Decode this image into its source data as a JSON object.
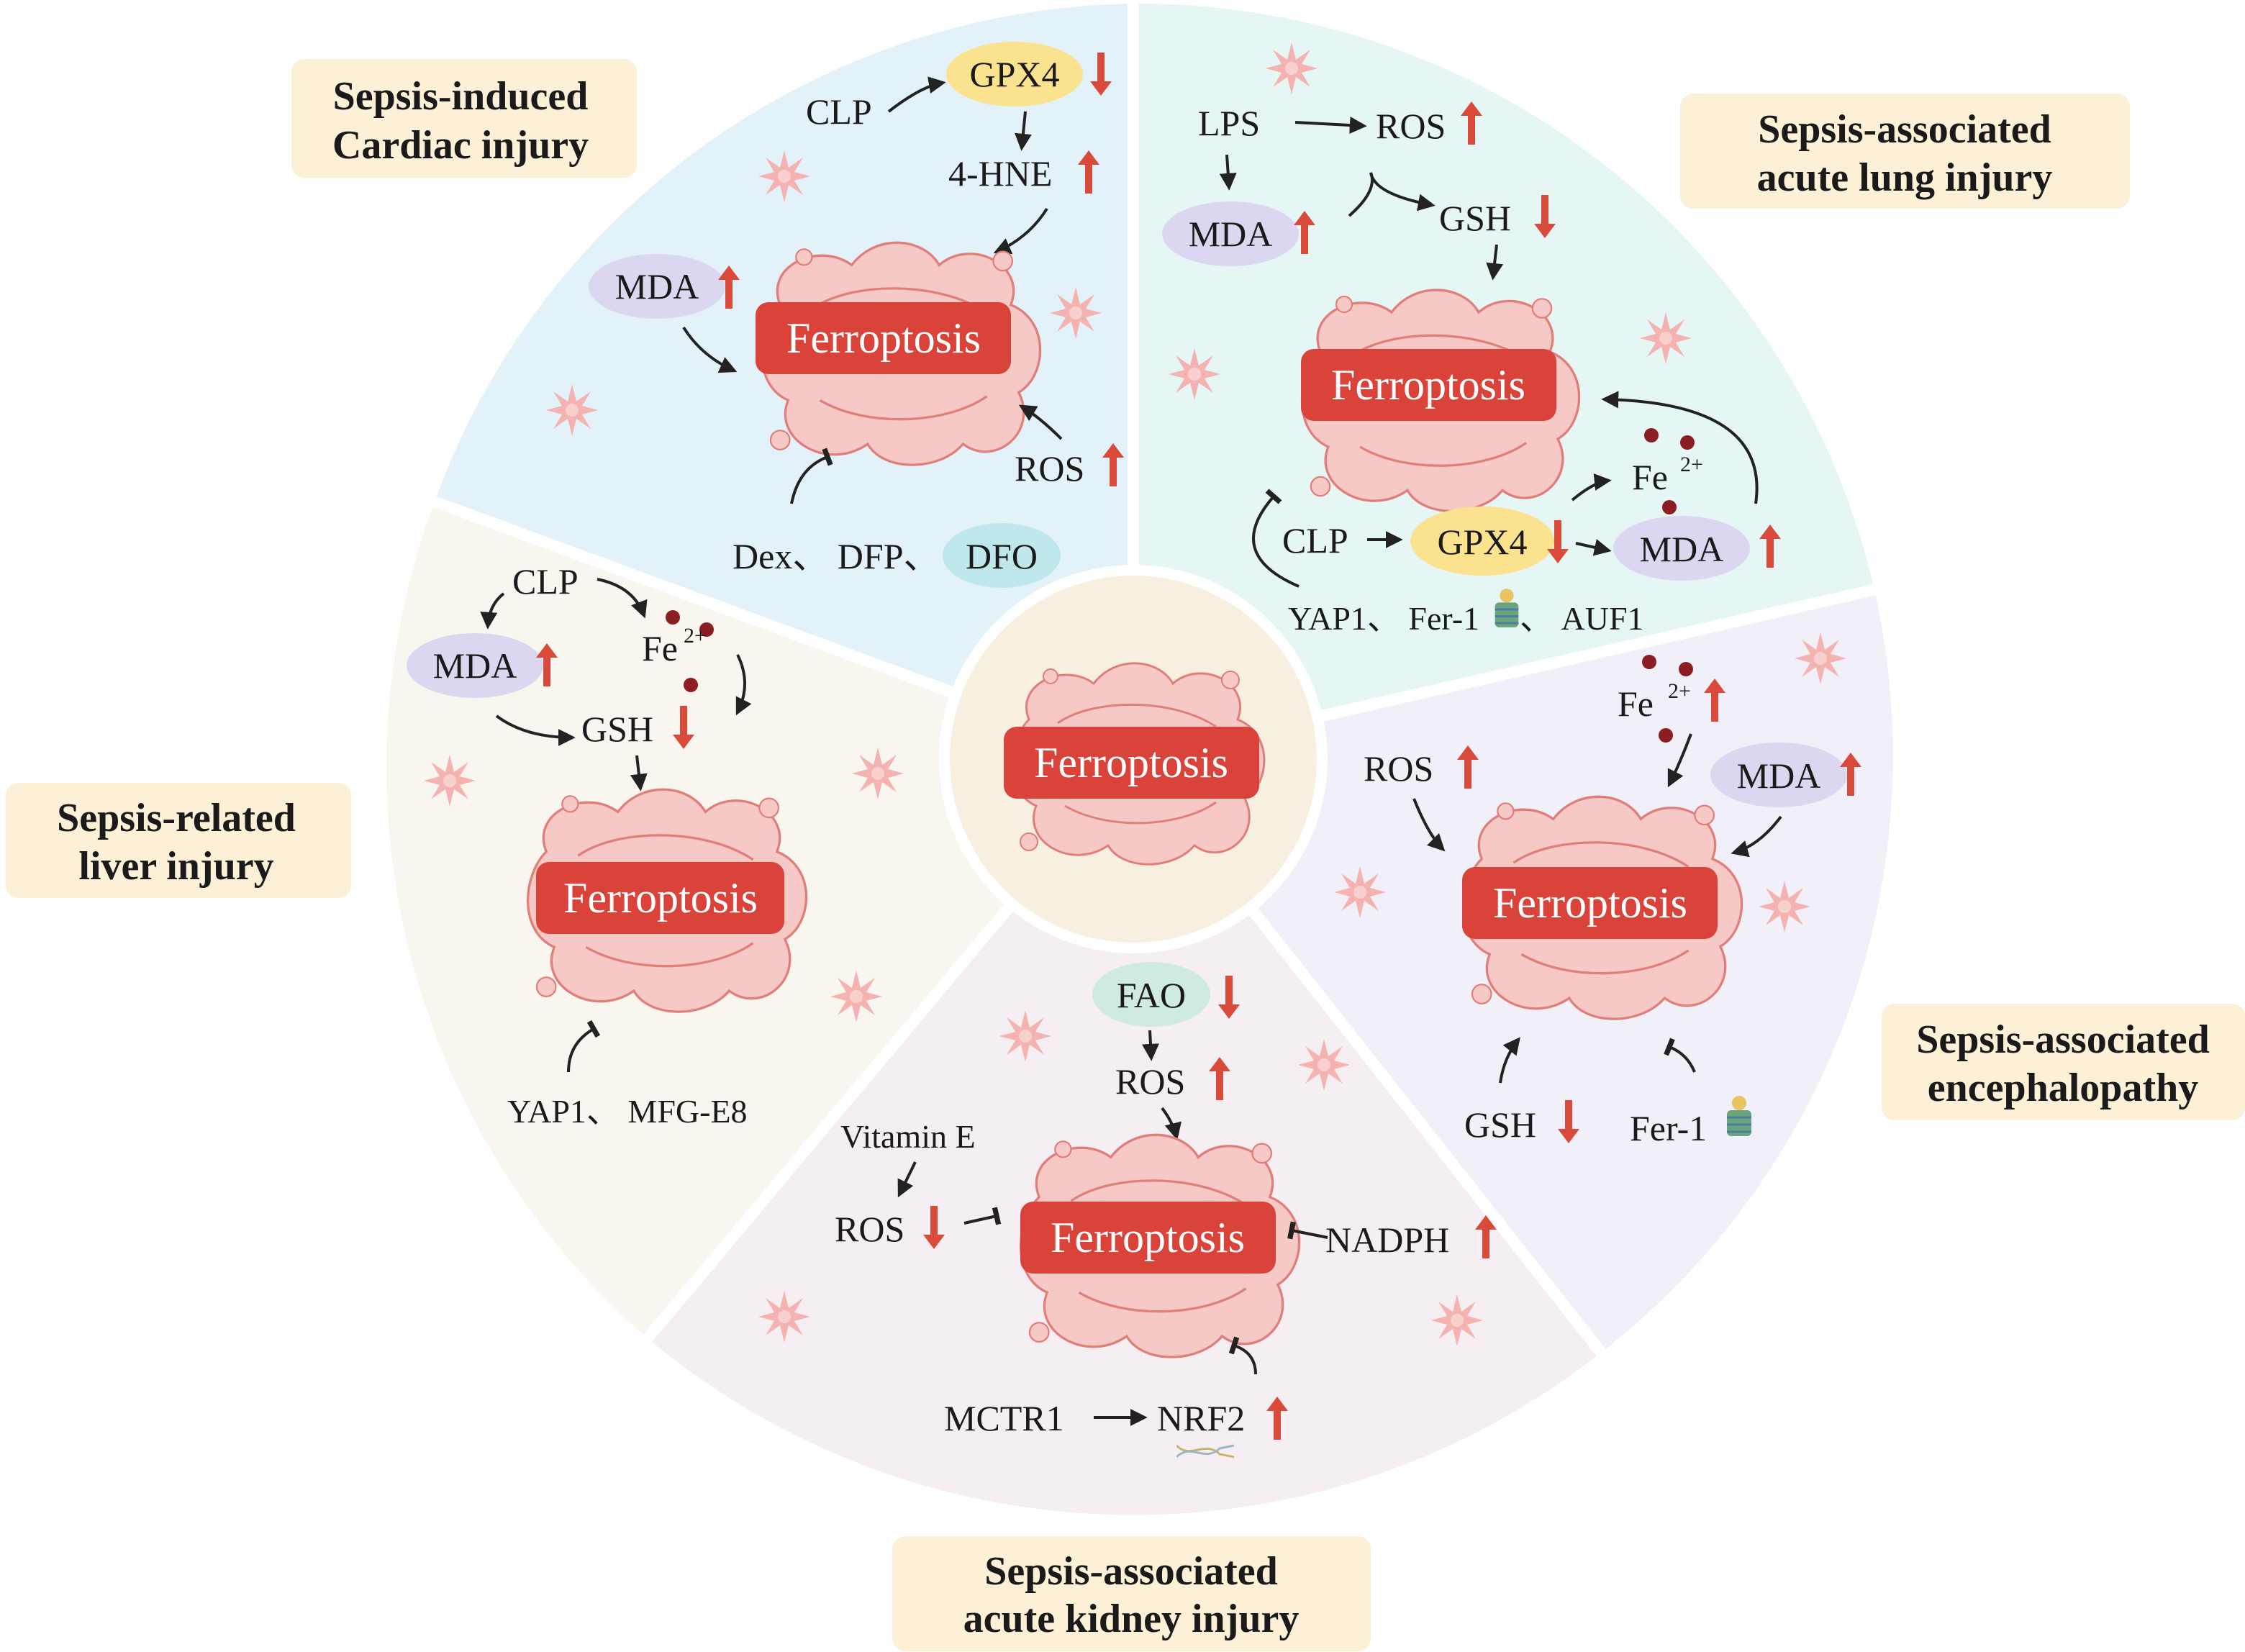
{
  "colors": {
    "cardiac_bg": "#e3f1f8",
    "lung_bg": "#e6f6f4",
    "liver_bg": "#f8f6ef",
    "kidney_bg": "#f5eef3",
    "brain_bg": "#f1eff8",
    "center_bg": "#f7efdf",
    "title_box": "#fcf0d6",
    "cell_fill": "#f6c9c6",
    "cell_stroke": "#e07e7a",
    "ferro_box": "#d9433a",
    "up_arrow": "#d94a3a",
    "gpx4_oval": "#fbe28e",
    "mda_oval": "#dcd7f0",
    "dfo_oval": "#bfe8ec",
    "fao_oval": "#cfe9e3",
    "iron_dot": "#8c1d22"
  },
  "center": {
    "label": "Ferroptosis"
  },
  "cardiac": {
    "title_line1": "Sepsis-induced",
    "title_line2": "Cardiac injury",
    "clp": "CLP",
    "gpx4": "GPX4",
    "hne": "4-HNE",
    "mda": "MDA",
    "ferroptosis": "Ferroptosis",
    "ros": "ROS",
    "inhibitors": "Dex、 DFP、",
    "dfo": "DFO"
  },
  "lung": {
    "title_line1": "Sepsis-associated",
    "title_line2": "acute lung injury",
    "lps": "LPS",
    "ros": "ROS",
    "mda_top": "MDA",
    "gsh": "GSH",
    "ferroptosis": "Ferroptosis",
    "fe": "Fe",
    "fe_charge": "2+",
    "clp": "CLP",
    "gpx4": "GPX4",
    "mda_bottom": "MDA",
    "inhibitors": "YAP1、 Fer-1",
    "auf1": "、 AUF1"
  },
  "liver": {
    "title_line1": "Sepsis-related",
    "title_line2": "liver injury",
    "clp": "CLP",
    "fe": "Fe",
    "fe_charge": "2+",
    "mda": "MDA",
    "gsh": "GSH",
    "ferroptosis": "Ferroptosis",
    "inhibitors": "YAP1、 MFG-E8"
  },
  "kidney": {
    "title_line1": "Sepsis-associated",
    "title_line2": "acute kidney injury",
    "fao": "FAO",
    "ros_top": "ROS",
    "vitamin_e": "Vitamin E",
    "ros_left": "ROS",
    "ferroptosis": "Ferroptosis",
    "nadph": "NADPH",
    "mctr1": "MCTR1",
    "nrf2": "NRF2"
  },
  "brain": {
    "title_line1": "Sepsis-associated",
    "title_line2": "encephalopathy",
    "fe": "Fe",
    "fe_charge": "2+",
    "ros": "ROS",
    "mda": "MDA",
    "ferroptosis": "Ferroptosis",
    "gsh": "GSH",
    "fer1": "Fer-1"
  },
  "icons": [
    "ros-burst-icon",
    "iron-ion-icon",
    "up-arrow-icon",
    "down-arrow-icon",
    "inhibition-icon",
    "dna-icon",
    "protein-cluster-icon"
  ]
}
